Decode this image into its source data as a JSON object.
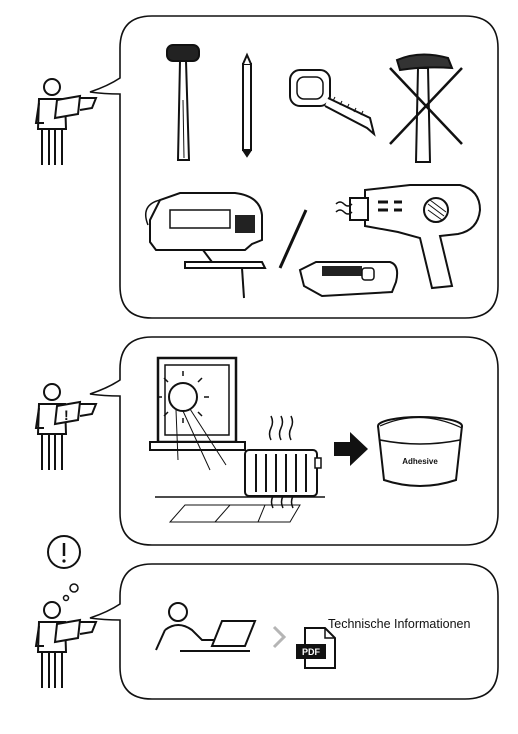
{
  "panel_tools": {
    "items": [
      "rubber-mallet",
      "pencil",
      "tape-measure",
      "claw-hammer-crossed-out",
      "jigsaw",
      "utility-knife",
      "heat-gun"
    ]
  },
  "panel_conditions": {
    "bucket_label": "Adhesive",
    "items": [
      "window-with-sun",
      "radiator-with-heat",
      "arrow-right",
      "adhesive-bucket"
    ]
  },
  "panel_info": {
    "pdf_label": "PDF",
    "link_text": "Technische Informationen"
  }
}
